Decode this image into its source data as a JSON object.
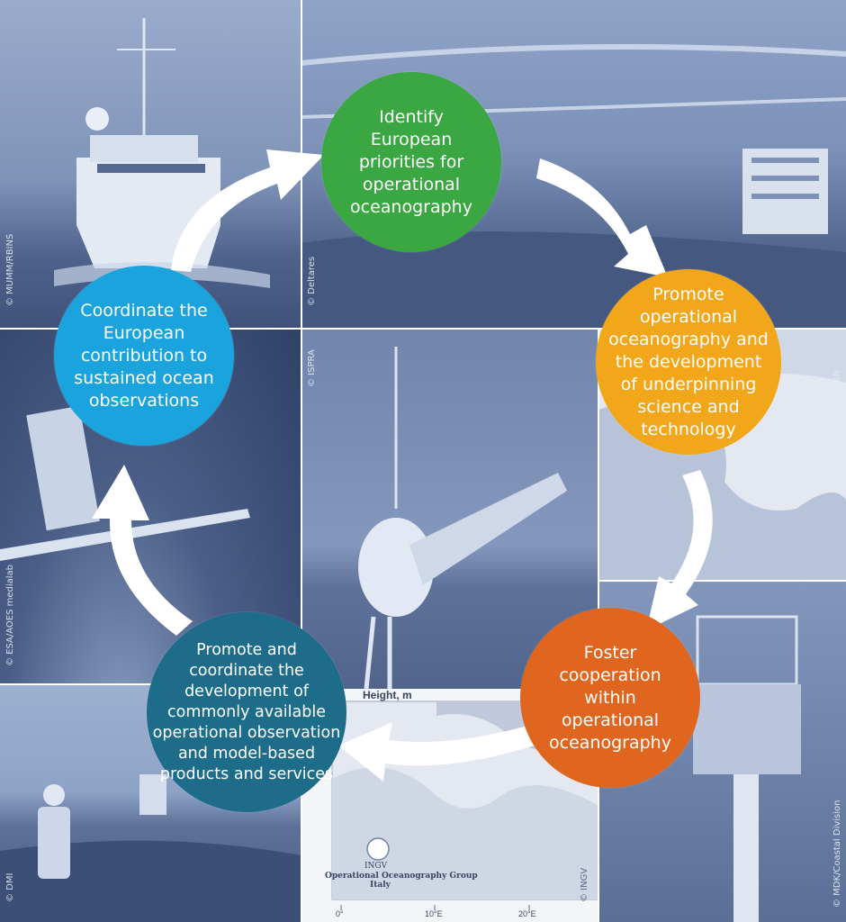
{
  "circles": [
    {
      "id": "identify",
      "text": "Identify European priorities for operational oceanography",
      "color": "#3aa742"
    },
    {
      "id": "promote-ops",
      "text": "Promote operational oceanography and the development of underpinning science and technology",
      "color": "#f2a61a"
    },
    {
      "id": "foster",
      "text": "Foster cooperation within operational oceanography",
      "color": "#e0661f"
    },
    {
      "id": "promote-coord",
      "text": "Promote and coordinate the development of commonly available operational observation and model-based products and services",
      "color": "#1c6c8a"
    },
    {
      "id": "coordinate",
      "text": "Coordinate the European contribution to sustained ocean observations",
      "color": "#1ba3de"
    }
  ],
  "credits": {
    "ship": "© MUMM/RBINS",
    "harbour": "© Deltares",
    "buoy": "© ISPRA",
    "map_fr": "© Ifremer/PREVIMER",
    "satellite": "© ESA/AOES medialab",
    "dmi": "© DMI",
    "ingv": "© INGV",
    "tower": "© MDK/Coastal Division"
  },
  "map_inset": {
    "title": "Height, m",
    "logo_name": "INGV",
    "logo_caption_1": "Operational Oceanography Group",
    "logo_caption_2": "Italy",
    "ticks": [
      "0°",
      "10°E",
      "20°E"
    ]
  },
  "colors": {
    "duotone": "#5b6f96",
    "arrow": "#ffffff"
  }
}
